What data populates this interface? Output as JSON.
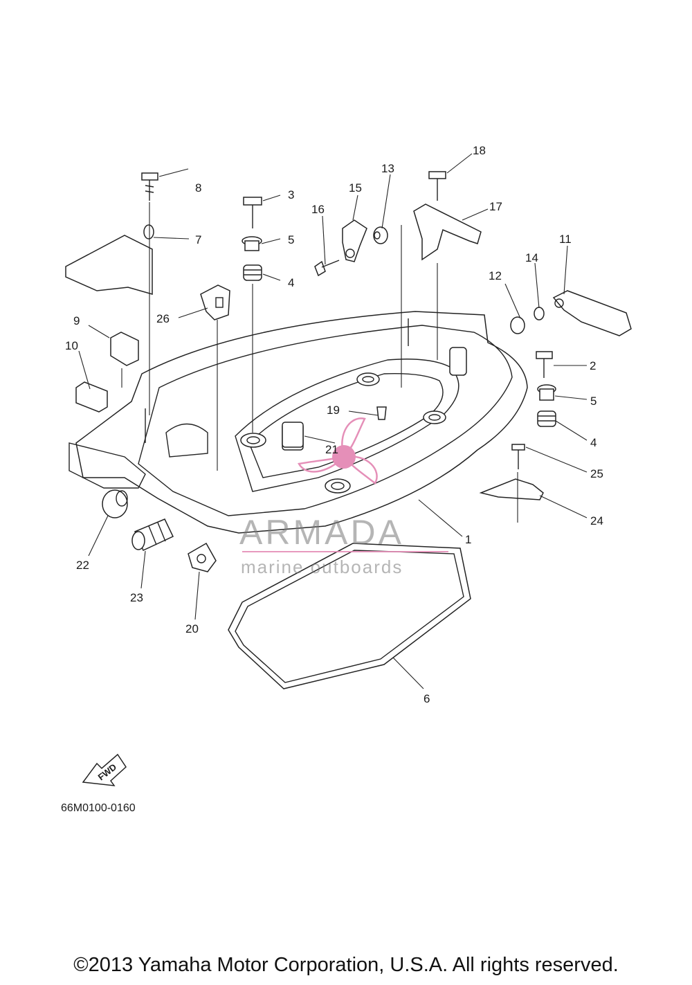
{
  "diagram": {
    "callouts": [
      {
        "id": "c1",
        "label": "1"
      },
      {
        "id": "c2",
        "label": "2"
      },
      {
        "id": "c3",
        "label": "3"
      },
      {
        "id": "c4a",
        "label": "4"
      },
      {
        "id": "c4b",
        "label": "4"
      },
      {
        "id": "c5a",
        "label": "5"
      },
      {
        "id": "c5b",
        "label": "5"
      },
      {
        "id": "c6",
        "label": "6"
      },
      {
        "id": "c7",
        "label": "7"
      },
      {
        "id": "c8",
        "label": "8"
      },
      {
        "id": "c9",
        "label": "9"
      },
      {
        "id": "c10",
        "label": "10"
      },
      {
        "id": "c11",
        "label": "11"
      },
      {
        "id": "c12",
        "label": "12"
      },
      {
        "id": "c13",
        "label": "13"
      },
      {
        "id": "c14",
        "label": "14"
      },
      {
        "id": "c15",
        "label": "15"
      },
      {
        "id": "c16",
        "label": "16"
      },
      {
        "id": "c17",
        "label": "17"
      },
      {
        "id": "c18",
        "label": "18"
      },
      {
        "id": "c19",
        "label": "19"
      },
      {
        "id": "c20",
        "label": "20"
      },
      {
        "id": "c21",
        "label": "21"
      },
      {
        "id": "c22",
        "label": "22"
      },
      {
        "id": "c23",
        "label": "23"
      },
      {
        "id": "c24",
        "label": "24"
      },
      {
        "id": "c25",
        "label": "25"
      },
      {
        "id": "c26",
        "label": "26"
      }
    ],
    "direction_label": "FWD",
    "part_code": "66M0100-0160"
  },
  "watermark": {
    "brand": "ARMADA",
    "tagline": "marine outboards",
    "accent_color": "#e58fb8"
  },
  "copyright": "©2013 Yamaha Motor Corporation, U.S.A. All rights reserved."
}
